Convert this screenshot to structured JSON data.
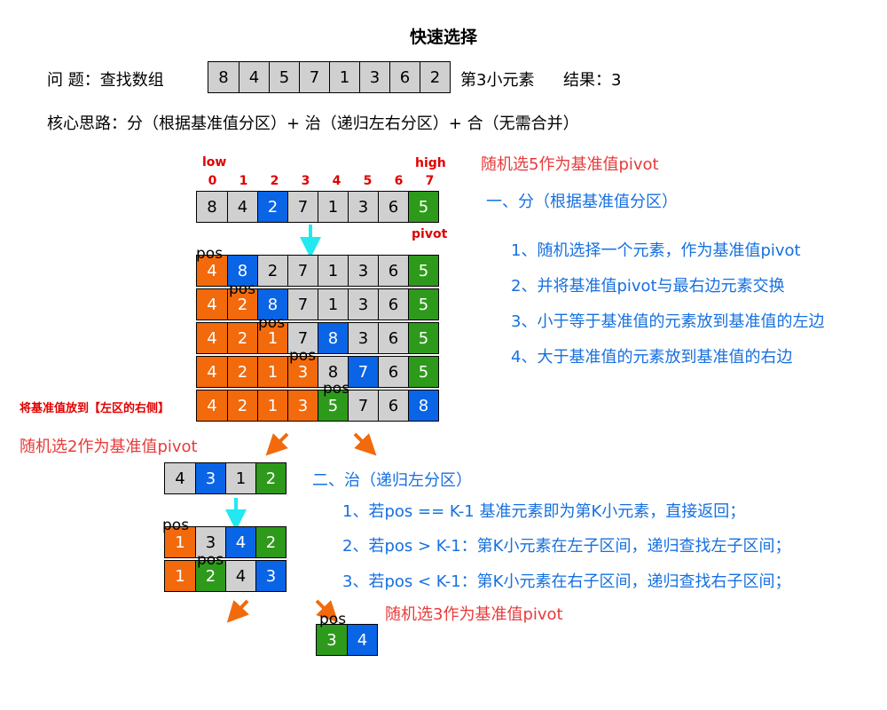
{
  "title": "快速选择",
  "problem": {
    "label": "问      题：查找数组",
    "array": [
      "8",
      "4",
      "5",
      "7",
      "1",
      "3",
      "6",
      "2"
    ],
    "suffix": "第3小元素",
    "result": "结果：3"
  },
  "idea": "核心思路：分（根据基准值分区）+ 治（递归左右分区）+ 合（无需合并）",
  "notes": {
    "pick5": "随机选5作为基准值pivot",
    "pick2": "随机选2作为基准值pivot",
    "pick3": "随机选3作为基准值pivot",
    "place": "将基准值放到【左区的右侧】"
  },
  "labels": {
    "low": "low",
    "high": "high",
    "pivot": "pivot",
    "pos": "pos",
    "indices": [
      "0",
      "1",
      "2",
      "3",
      "4",
      "5",
      "6",
      "7"
    ]
  },
  "divide": {
    "heading": "一、分（根据基准值分区）",
    "steps": [
      "1、随机选择一个元素，作为基准值pivot",
      "2、并将基准值pivot与最右边元素交换",
      "3、小于等于基准值的元素放到基准值的左边",
      "4、大于基准值的元素放到基准值的右边"
    ]
  },
  "conquer": {
    "heading": "二、治（递归左分区）",
    "steps": [
      "1、若pos == K-1 基准元素即为第K小元素，直接返回；",
      "2、若pos > K-1：第K小元素在左子区间，递归查找左子区间；",
      "3、若pos < K-1：第K小元素在右子区间，递归查找右子区间；"
    ]
  },
  "strips": {
    "initial": {
      "values": [
        "8",
        "4",
        "2",
        "7",
        "1",
        "3",
        "6",
        "5"
      ],
      "colors": [
        "gray",
        "gray",
        "blue",
        "gray",
        "gray",
        "gray",
        "gray",
        "green"
      ]
    },
    "r1": {
      "values": [
        "4",
        "8",
        "2",
        "7",
        "1",
        "3",
        "6",
        "5"
      ],
      "colors": [
        "orange",
        "blue",
        "gray",
        "gray",
        "gray",
        "gray",
        "gray",
        "green"
      ]
    },
    "r2": {
      "values": [
        "4",
        "2",
        "8",
        "7",
        "1",
        "3",
        "6",
        "5"
      ],
      "colors": [
        "orange",
        "orange",
        "blue",
        "gray",
        "gray",
        "gray",
        "gray",
        "green"
      ]
    },
    "r3": {
      "values": [
        "4",
        "2",
        "1",
        "7",
        "8",
        "3",
        "6",
        "5"
      ],
      "colors": [
        "orange",
        "orange",
        "orange",
        "gray",
        "blue",
        "gray",
        "gray",
        "green"
      ]
    },
    "r4": {
      "values": [
        "4",
        "2",
        "1",
        "3",
        "8",
        "7",
        "6",
        "5"
      ],
      "colors": [
        "orange",
        "orange",
        "orange",
        "orange",
        "gray",
        "blue",
        "gray",
        "green"
      ]
    },
    "r5": {
      "values": [
        "4",
        "2",
        "1",
        "3",
        "5",
        "7",
        "6",
        "8"
      ],
      "colors": [
        "orange",
        "orange",
        "orange",
        "orange",
        "green",
        "gray",
        "gray",
        "blue"
      ]
    },
    "sub1": {
      "values": [
        "4",
        "3",
        "1",
        "2"
      ],
      "colors": [
        "gray",
        "blue",
        "gray",
        "green"
      ]
    },
    "sub2": {
      "values": [
        "1",
        "3",
        "4",
        "2"
      ],
      "colors": [
        "orange",
        "gray",
        "blue",
        "green"
      ]
    },
    "sub3": {
      "values": [
        "1",
        "2",
        "4",
        "3"
      ],
      "colors": [
        "orange",
        "green",
        "gray",
        "blue"
      ]
    },
    "final": {
      "values": [
        "3",
        "4"
      ],
      "colors": [
        "green",
        "blue"
      ]
    }
  },
  "colors": {
    "orange": "#f26a0c",
    "blue": "#0a64e6",
    "green": "#2e9a1b",
    "gray": "#d0d0d0",
    "cyan": "#22e8f0",
    "red": "#e83a3a",
    "text_blue": "#1670e0"
  }
}
